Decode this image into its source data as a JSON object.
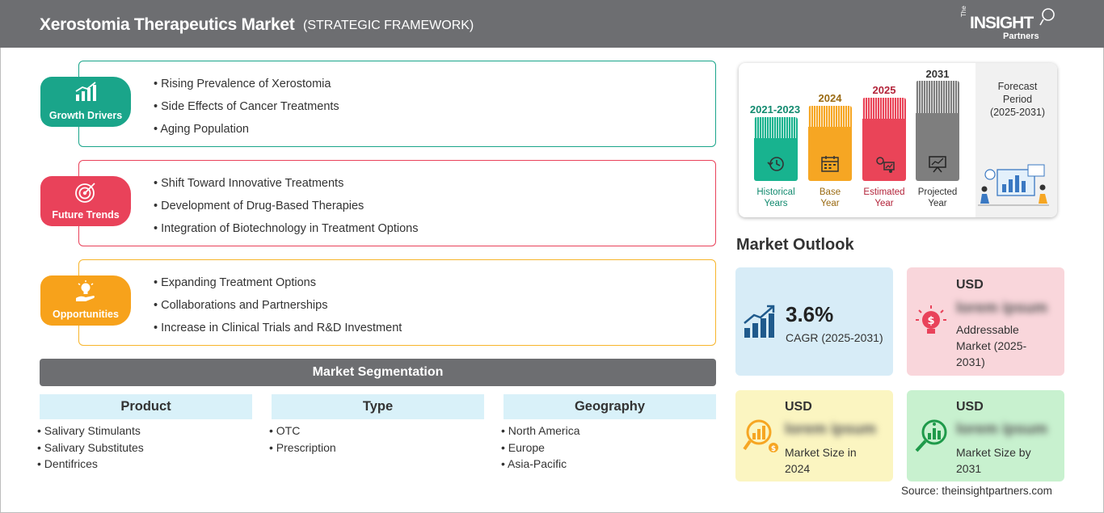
{
  "header": {
    "title": "Xerostomia Therapeutics Market",
    "subtitle": "(STRATEGIC FRAMEWORK)",
    "logo": {
      "the": "The",
      "insight": "INSIGHT",
      "partners": "Partners"
    }
  },
  "framework": {
    "growth_drivers": {
      "label": "Growth Drivers",
      "color": "#1aa58a",
      "items": [
        "Rising Prevalence of Xerostomia",
        "Side Effects of Cancer Treatments",
        "Aging Population"
      ]
    },
    "future_trends": {
      "label": "Future Trends",
      "color": "#e9425a",
      "items": [
        "Shift Toward Innovative Treatments",
        "Development of Drug-Based Therapies",
        "Integration of Biotechnology in Treatment Options"
      ]
    },
    "opportunities": {
      "label": "Opportunities",
      "color": "#f7a21b",
      "items": [
        "Expanding Treatment Options",
        "Collaborations and Partnerships",
        "Increase in Clinical Trials and R&D Investment"
      ]
    }
  },
  "segmentation": {
    "title": "Market Segmentation",
    "columns": [
      {
        "heading": "Product",
        "items": [
          "Salivary Stimulants",
          "Salivary Substitutes",
          "Dentifrices"
        ]
      },
      {
        "heading": "Type",
        "items": [
          "OTC",
          "Prescription"
        ]
      },
      {
        "heading": "Geography",
        "items": [
          "North America",
          "Europe",
          "Asia-Pacific"
        ]
      }
    ]
  },
  "timeline": {
    "periods": [
      {
        "year": "2021-2023",
        "label_line1": "Historical",
        "label_line2": "Years",
        "color": "#18b38f",
        "text_color": "#128a6f",
        "icon": "history-clock-icon"
      },
      {
        "year": "2024",
        "label_line1": "Base",
        "label_line2": "Year",
        "color": "#f6a623",
        "text_color": "#9a6a12",
        "icon": "calendar-icon"
      },
      {
        "year": "2025",
        "label_line1": "Estimated",
        "label_line2": "Year",
        "color": "#ea4458",
        "text_color": "#b3243a",
        "icon": "gear-chart-icon"
      },
      {
        "year": "2031",
        "label_line1": "Projected",
        "label_line2": "Year",
        "color": "#7e7e7e",
        "text_color": "#333333",
        "icon": "presentation-icon"
      }
    ],
    "forecast": {
      "line1": "Forecast",
      "line2": "Period",
      "line3": "(2025-2031)"
    }
  },
  "outlook": {
    "title": "Market Outlook",
    "cagr": {
      "value": "3.6%",
      "label": "CAGR (2025-2031)",
      "bg": "#d7ecf7",
      "icon": "growth-chart-icon"
    },
    "addressable": {
      "currency": "USD",
      "value": "lorem ipsum",
      "label_line1": "Addressable",
      "label_line2": "Market (2025-",
      "label_line3": "2031)",
      "bg": "#f9d6db",
      "icon": "lightbulb-dollar-icon"
    },
    "size_2024": {
      "currency": "USD",
      "value": "lorem ipsum",
      "label_line1": "Market Size in",
      "label_line2": "2024",
      "bg": "#fbf5c1",
      "icon": "magnifier-chart-icon"
    },
    "size_2031": {
      "currency": "USD",
      "value": "lorem ipsum",
      "label_line1": "Market Size by",
      "label_line2": "2031",
      "bg": "#c8f1cf",
      "icon": "magnifier-bars-icon"
    }
  },
  "source": "Source: theinsightpartners.com"
}
